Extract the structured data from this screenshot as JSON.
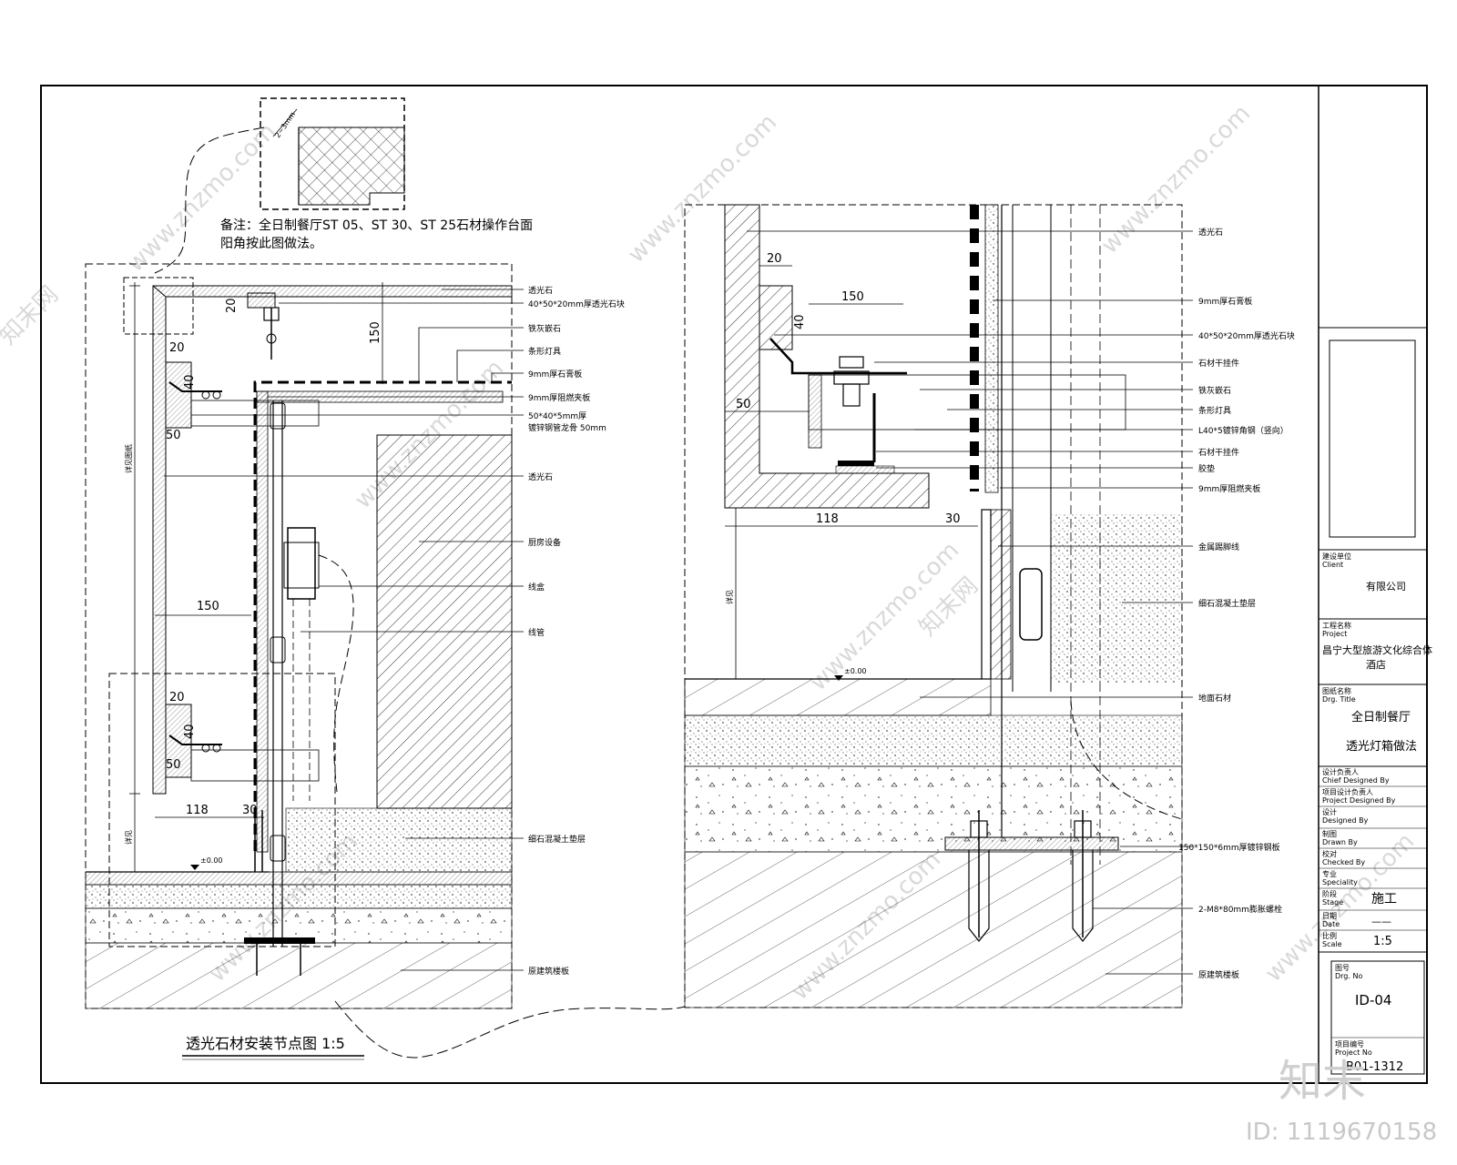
{
  "drawing": {
    "title": "透光石材安装节点图 1:5",
    "note_line1": "备注：全日制餐厅ST 05、ST 30、ST 25石材操作台面",
    "note_line2": "阳角按此图做法。",
    "detail_gap": "2~3mm"
  },
  "left_labels": [
    "透光石",
    "40*50*20mm厚透光石块",
    "铁灰嵌石",
    "条形灯具",
    "9mm厚石膏板",
    "9mm厚阻燃夹板",
    "50*40*5mm厚",
    "镀锌钢管龙骨 50mm",
    "透光石",
    "厨房设备",
    "线盒",
    "线管",
    "细石混凝土垫层",
    "原建筑楼板"
  ],
  "left_dims": {
    "d20_top": "20",
    "d150_v": "150",
    "d20_a": "20",
    "d40_a": "40",
    "d50_a": "50",
    "d150_h": "150",
    "d20_b": "20",
    "d40_b": "40",
    "d50_b": "50",
    "d118": "118",
    "d30": "30",
    "height_label": "详见图纸",
    "height_small": "详见",
    "level": "±0.00"
  },
  "right_labels": [
    "透光石",
    "9mm厚石膏板",
    "40*50*20mm厚透光石块",
    "石材干挂件",
    "铁灰嵌石",
    "条形灯具",
    "L40*5镀锌角钢（竖向）",
    "石材干挂件",
    "胶垫",
    "9mm厚阻燃夹板",
    "金属踢脚线",
    "细石混凝土垫层",
    "地面石材",
    "150*150*6mm厚镀锌钢板",
    "2-M8*80mm膨胀螺栓",
    "原建筑楼板"
  ],
  "right_dims": {
    "d20": "20",
    "d150": "150",
    "d40": "40",
    "d50": "50",
    "d118": "118",
    "d30": "30",
    "height_label": "详见",
    "level": "±0.00"
  },
  "title_block": {
    "client_cn": "建设单位",
    "client_en": "Client",
    "client_value": "有限公司",
    "project_cn": "工程名称",
    "project_en": "Project",
    "project_value_1": "昌宁大型旅游文化综合体",
    "project_value_2": "酒店",
    "drawing_cn": "图纸名称",
    "drawing_en": "Drg. Title",
    "drawing_value_1": "全日制餐厅",
    "drawing_value_2": "透光灯箱做法",
    "chief_cn": "设计负责人",
    "chief_en": "Chief Designed By",
    "pm_cn": "项目设计负责人",
    "pm_en": "Project Designed By",
    "designer_cn": "设计",
    "designer_en": "Designed By",
    "drawn_cn": "制图",
    "drawn_en": "Drawn By",
    "checked_cn": "校对",
    "checked_en": "Checked By",
    "specialty_cn": "专业",
    "specialty_en": "Speciality",
    "stage_cn": "阶段",
    "stage_en": "Stage",
    "stage_value": "施工",
    "date_cn": "日期",
    "date_en": "Date",
    "date_value": "——",
    "scale_cn": "比例",
    "scale_en": "Scale",
    "scale_value": "1:5",
    "drg_no_cn": "图号",
    "drg_no_en": "Drg. No",
    "drg_no_value": "ID-04",
    "project_no_cn": "项目编号",
    "project_no_en": "Project No",
    "project_no_value": "B01-1312"
  },
  "watermarks": {
    "site": "www.znzmo.com",
    "brand": "知末网",
    "big": "知末",
    "id": "ID: 1119670158"
  }
}
